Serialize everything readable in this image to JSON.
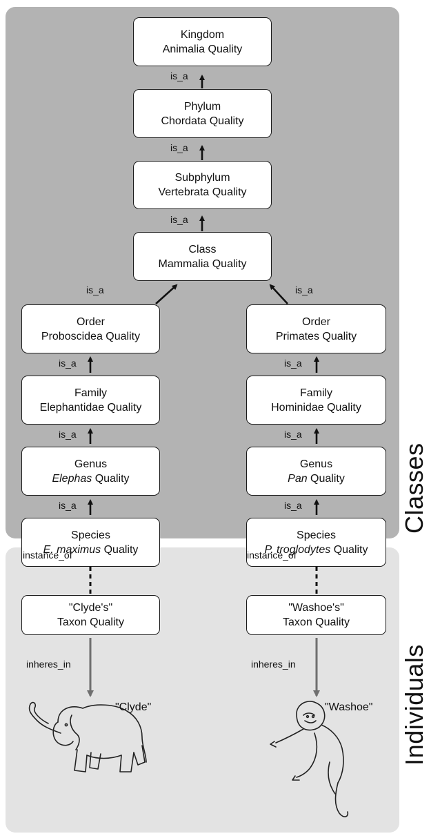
{
  "panels": {
    "classes": "Classes",
    "individuals": "Individuals"
  },
  "relations": {
    "is_a": "is_a",
    "instance_of": "instance_of",
    "inheres_in": "inheres_in"
  },
  "top": {
    "kingdom": {
      "rank": "Kingdom",
      "name": "Animalia Quality"
    },
    "phylum": {
      "rank": "Phylum",
      "name": "Chordata Quality"
    },
    "subphylum": {
      "rank": "Subphylum",
      "name": "Vertebrata Quality"
    },
    "class": {
      "rank": "Class",
      "name": "Mammalia Quality"
    }
  },
  "left": {
    "order": {
      "rank": "Order",
      "name": "Proboscidea Quality"
    },
    "family": {
      "rank": "Family",
      "name": "Elephantidae Quality"
    },
    "genus": {
      "rank": "Genus",
      "italic": "Elephas",
      "rest": " Quality"
    },
    "species": {
      "rank": "Species",
      "italic": "E. maximus",
      "rest": " Quality"
    },
    "taxon_quality": {
      "line1": "\"Clyde's\"",
      "line2": "Taxon Quality"
    },
    "individual": "\"Clyde\""
  },
  "right": {
    "order": {
      "rank": "Order",
      "name": "Primates Quality"
    },
    "family": {
      "rank": "Family",
      "name": "Hominidae Quality"
    },
    "genus": {
      "rank": "Genus",
      "italic": "Pan",
      "rest": " Quality"
    },
    "species": {
      "rank": "Species",
      "italic": "P. troglodytes",
      "rest": " Quality"
    },
    "taxon_quality": {
      "line1": "\"Washoe's\"",
      "line2": "Taxon Quality"
    },
    "individual": "\"Washoe\""
  }
}
